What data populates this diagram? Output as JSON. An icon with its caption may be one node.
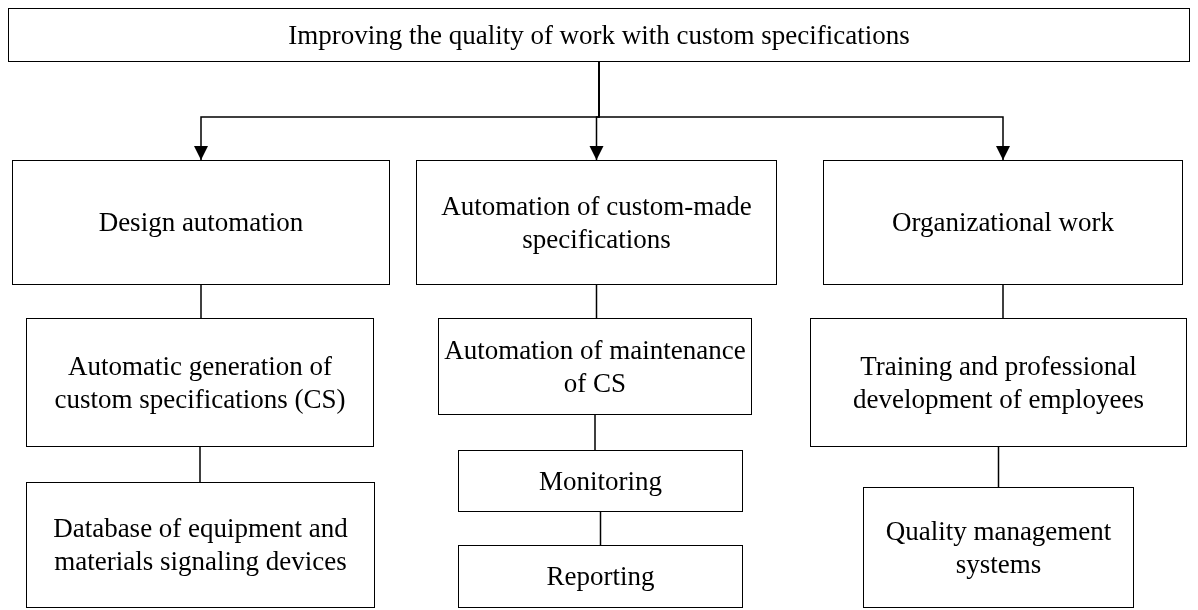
{
  "diagram": {
    "nodes": [
      {
        "text": [
          "Improving the quality of work with custom specifications"
        ]
      },
      {
        "text": [
          "Design automation"
        ]
      },
      {
        "text": [
          "Automation of custom-made specifications"
        ]
      },
      {
        "text": [
          "Organizational work"
        ]
      },
      {
        "text": [
          "Automatic generation of custom specifications (CS)"
        ]
      },
      {
        "text": [
          "Database of equipment and materials signaling devices"
        ]
      },
      {
        "text": [
          "Automation of maintenance of CS"
        ]
      },
      {
        "text": [
          "Monitoring"
        ]
      },
      {
        "text": [
          "Reporting"
        ]
      },
      {
        "text": [
          "Training and professional development of employees"
        ]
      },
      {
        "text": [
          "Quality management systems"
        ]
      }
    ],
    "edges": [
      {
        "from": 0,
        "to": 1,
        "arrow": "to"
      },
      {
        "from": 0,
        "to": 2,
        "arrow": "to"
      },
      {
        "from": 0,
        "to": 3,
        "arrow": "to"
      },
      {
        "from": 1,
        "to": 4,
        "arrow": "none"
      },
      {
        "from": 4,
        "to": 5,
        "arrow": "none"
      },
      {
        "from": 2,
        "to": 6,
        "arrow": "none"
      },
      {
        "from": 6,
        "to": 7,
        "arrow": "none"
      },
      {
        "from": 7,
        "to": 8,
        "arrow": "none"
      },
      {
        "from": 3,
        "to": 9,
        "arrow": "none"
      },
      {
        "from": 9,
        "to": 10,
        "arrow": "none"
      }
    ]
  }
}
